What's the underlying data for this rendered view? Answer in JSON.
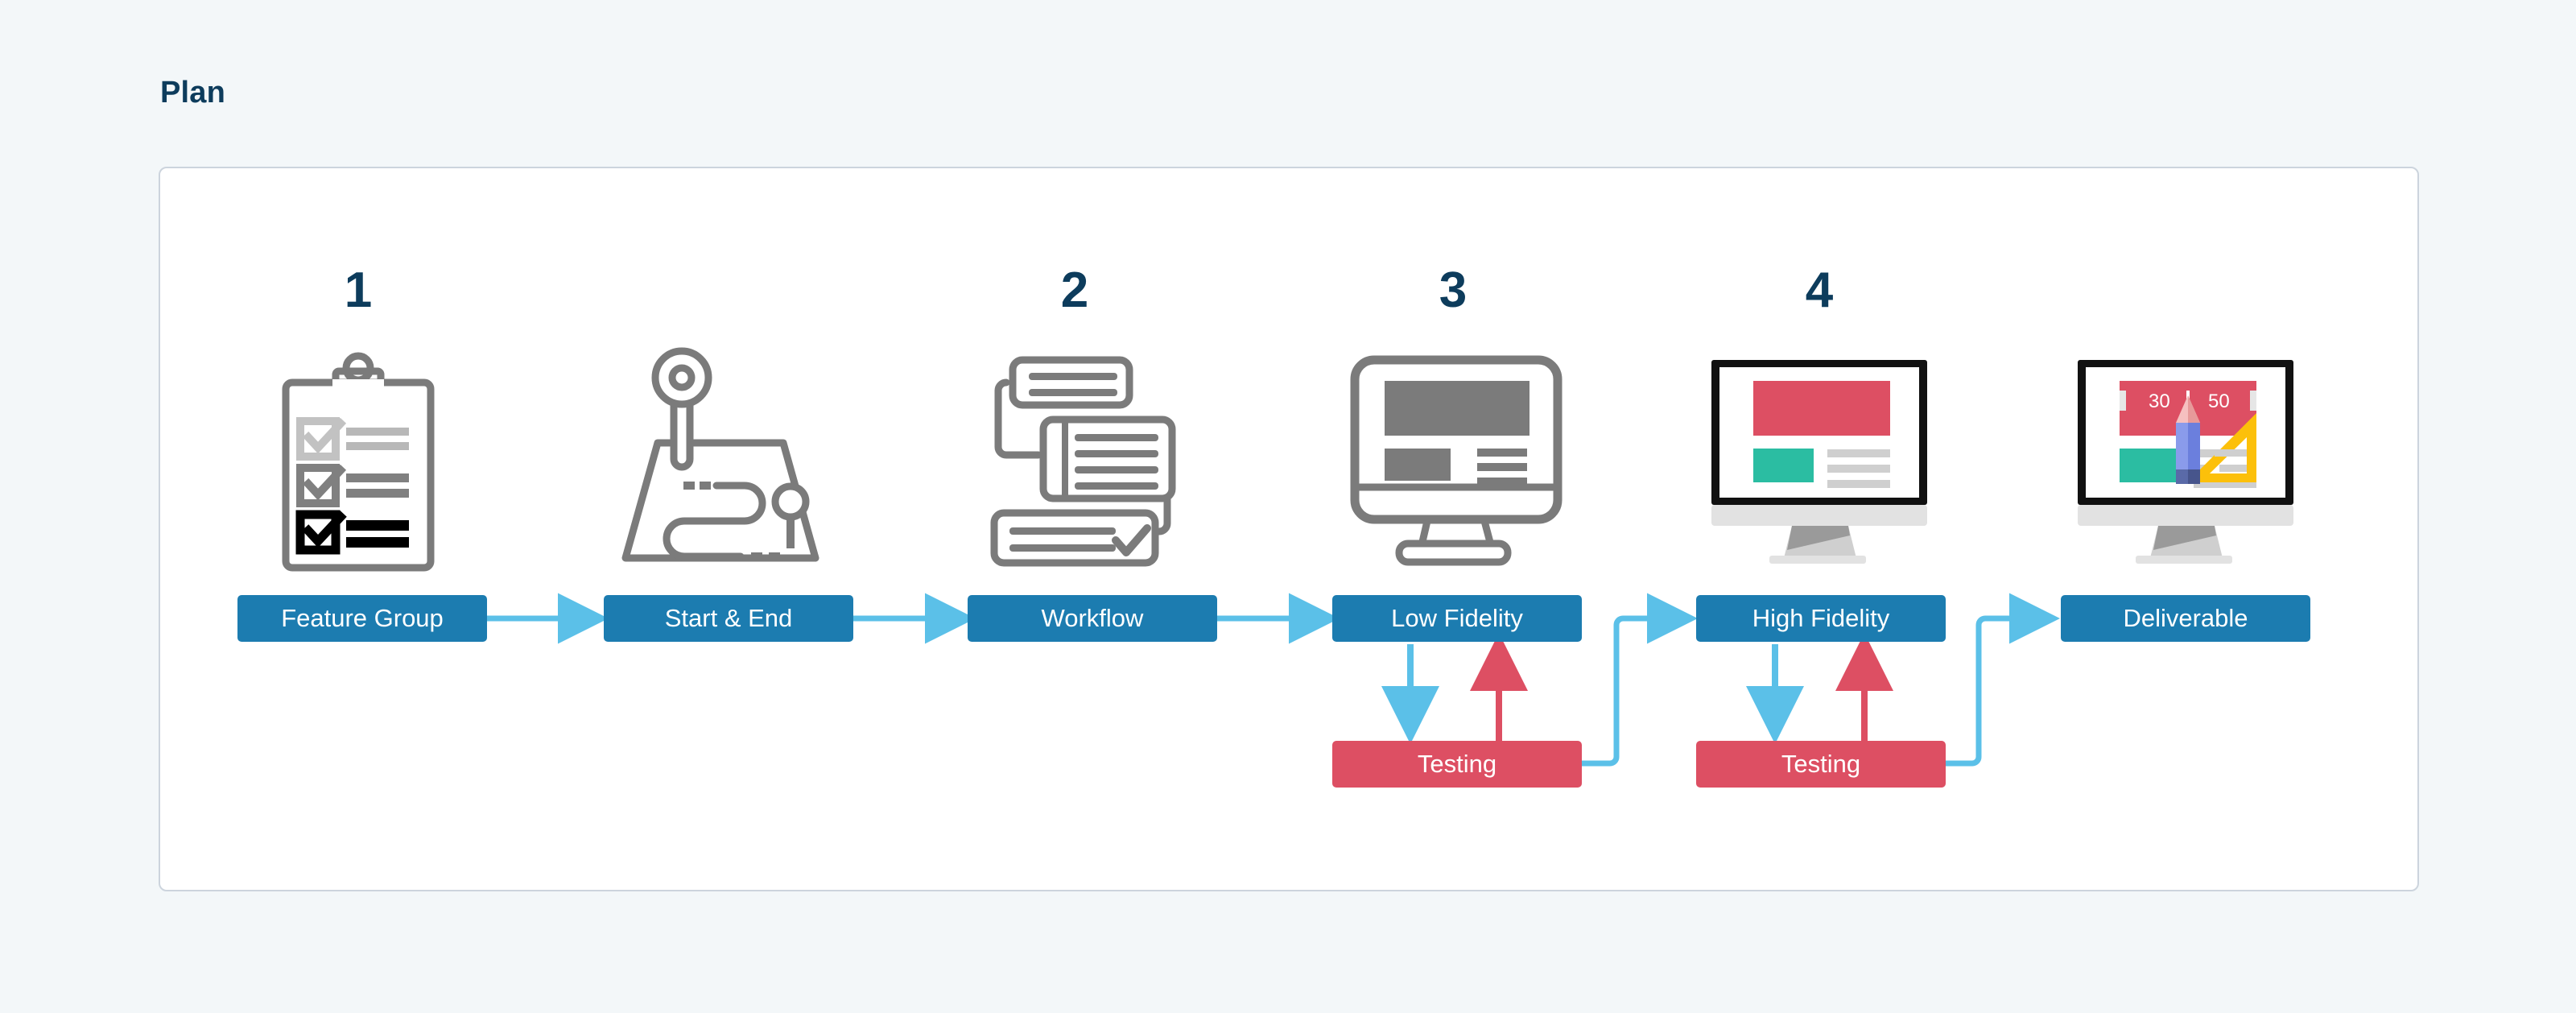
{
  "page": {
    "title": "Plan",
    "background_color": "#f3f7f9",
    "card_background": "#ffffff",
    "card_border_color": "#ccd4dd"
  },
  "colors": {
    "title_navy": "#0d3c5c",
    "box_blue": "#1c7cb0",
    "box_red": "#dd4f63",
    "arrow_blue": "#5bc0e8",
    "arrow_red": "#dd4f63",
    "icon_gray": "#7b7b7b",
    "icon_light_gray": "#bfbfbf",
    "icon_black": "#000000",
    "monitor_red": "#dd4f63",
    "monitor_teal": "#2bbda2",
    "monitor_yellow": "#fcc00a",
    "monitor_body_gray": "#e2e2e2"
  },
  "steps": [
    {
      "number": "1",
      "label": "Feature Group",
      "icon": "clipboard-checklist-icon"
    },
    {
      "number": "",
      "label": "Start & End",
      "icon": "route-map-pin-icon"
    },
    {
      "number": "2",
      "label": "Workflow",
      "icon": "stacked-cards-flow-icon"
    },
    {
      "number": "3",
      "label": "Low Fidelity",
      "icon": "wireframe-monitor-icon"
    },
    {
      "number": "4",
      "label": "High Fidelity",
      "icon": "colored-monitor-icon"
    },
    {
      "number": "",
      "label": "Deliverable",
      "icon": "design-tools-monitor-icon"
    }
  ],
  "testing_boxes": [
    {
      "label": "Testing"
    },
    {
      "label": "Testing"
    }
  ],
  "deliverable_icon_labels": {
    "ruler_left": "30",
    "ruler_right": "50"
  }
}
